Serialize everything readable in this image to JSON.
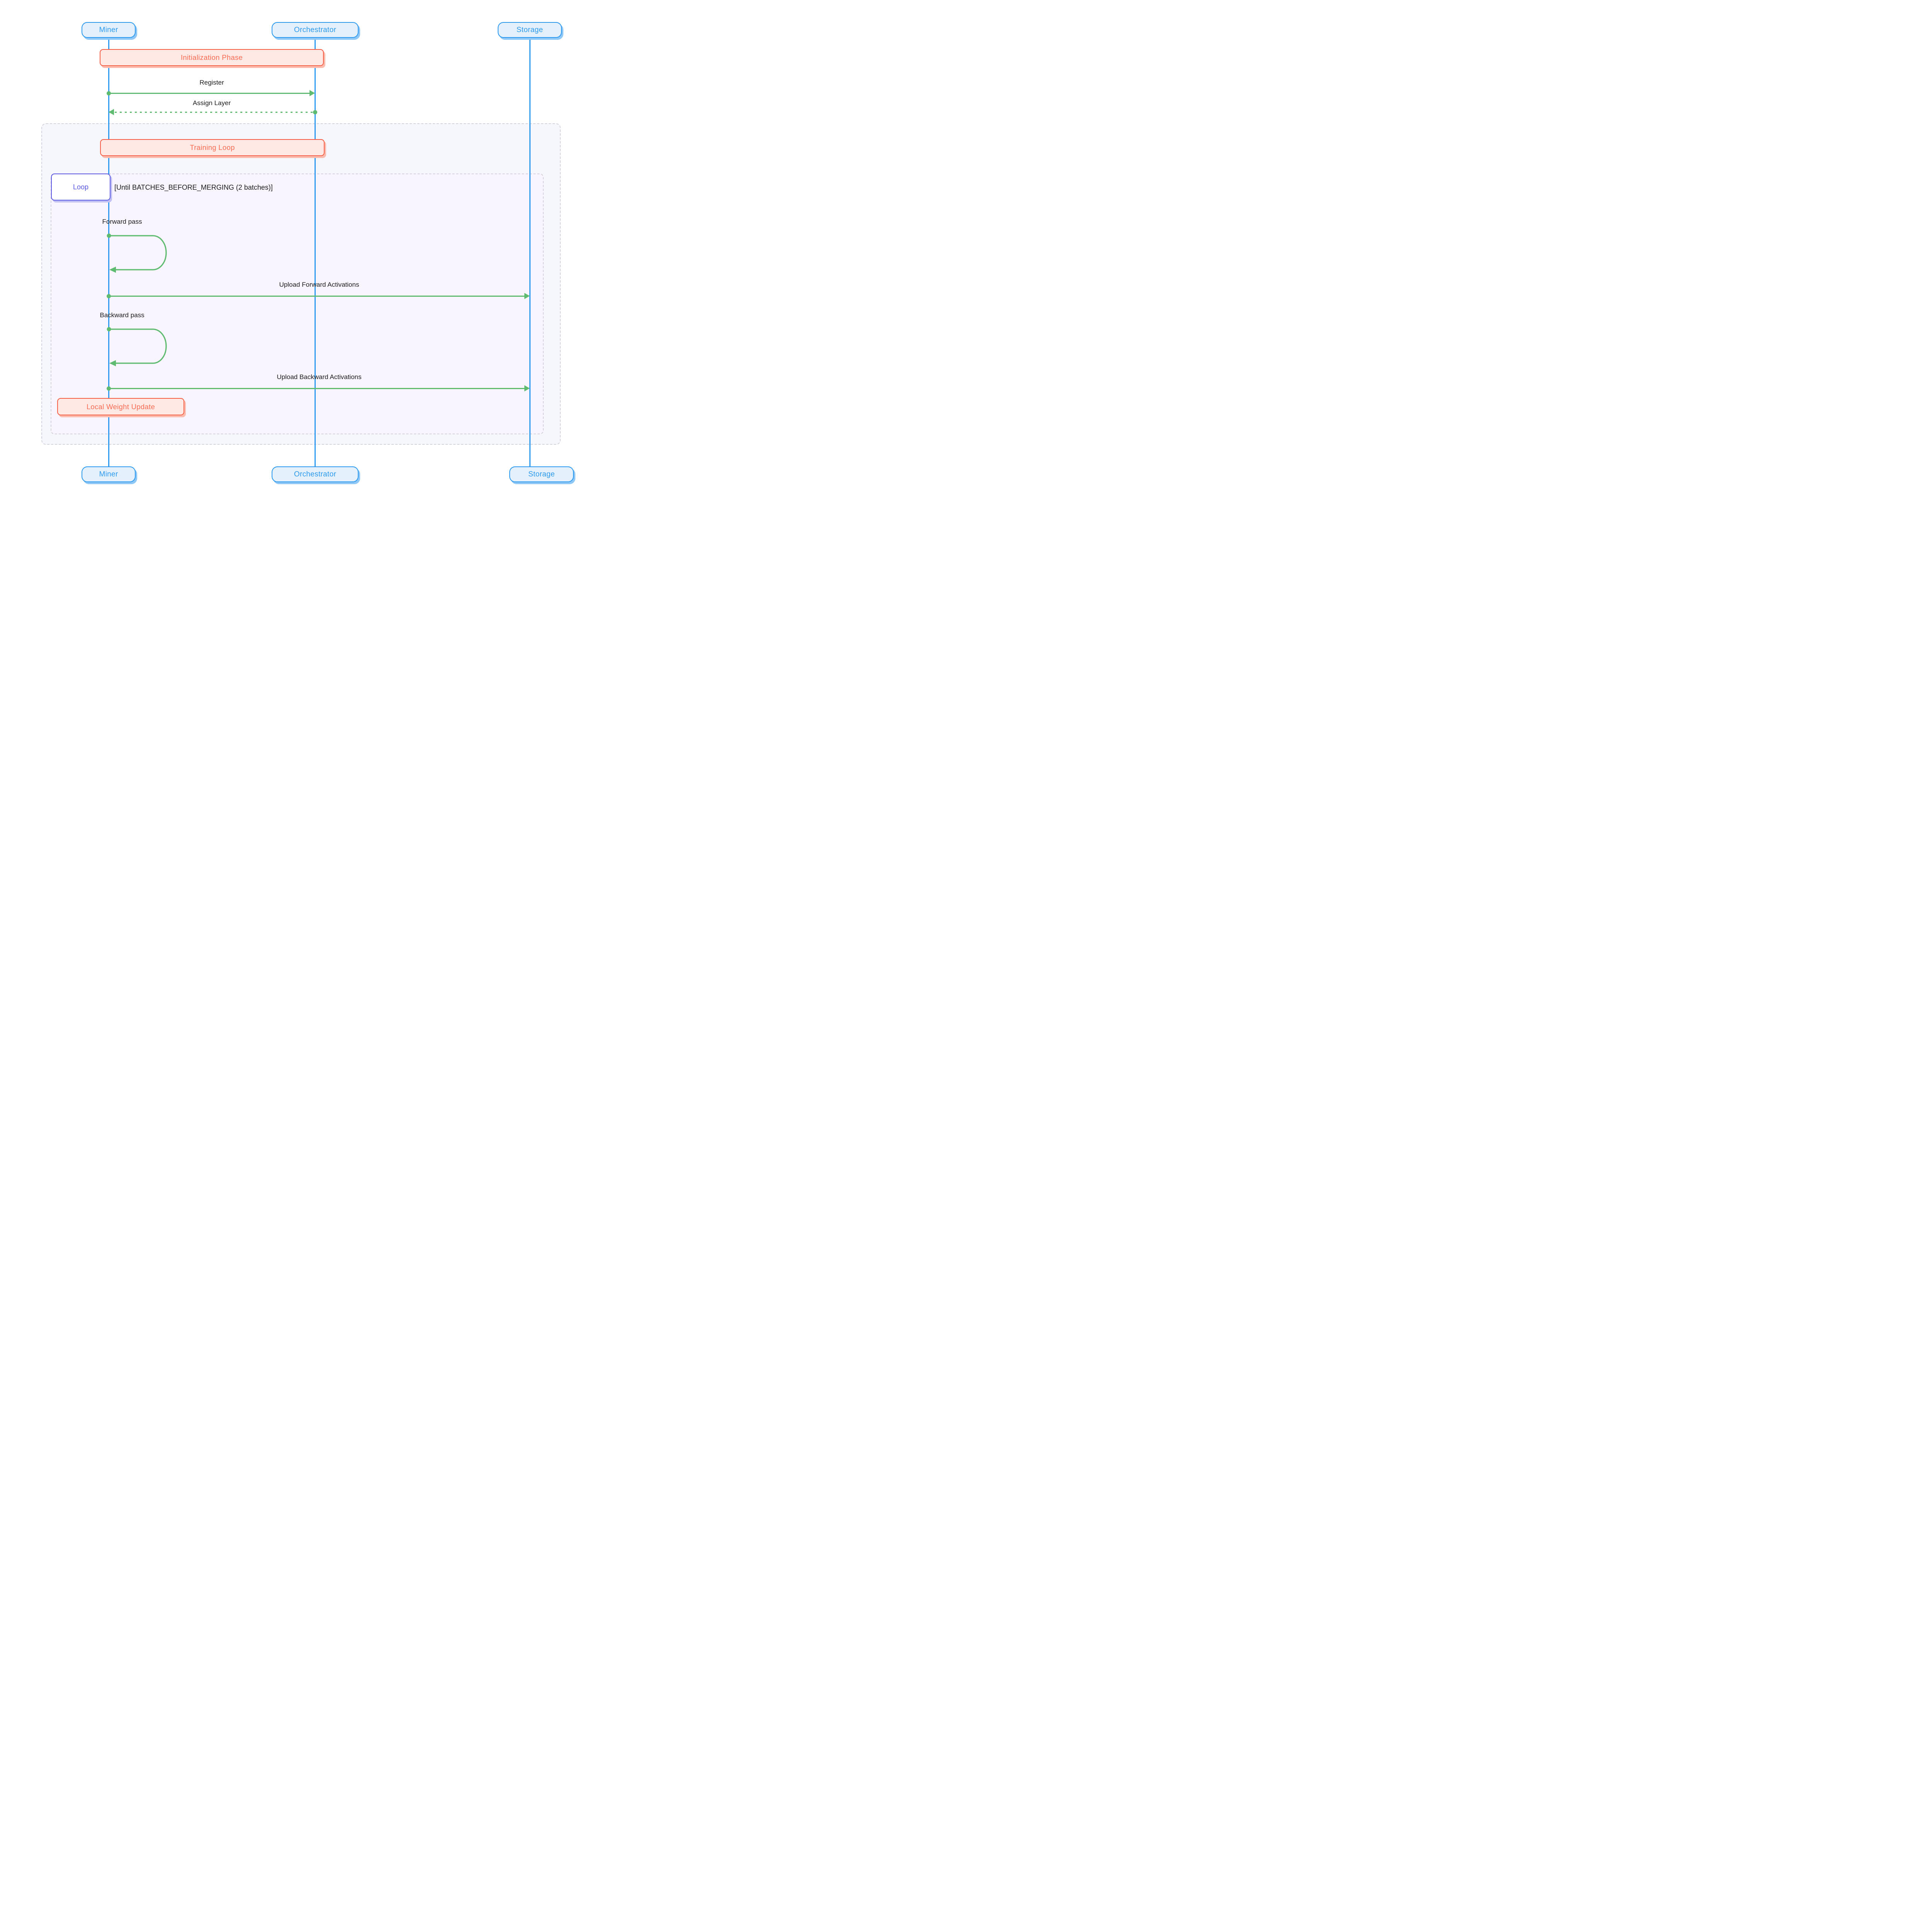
{
  "diagram": {
    "type": "sequence-diagram",
    "actors": {
      "miner": "Miner",
      "orchestrator": "Orchestrator",
      "storage": "Storage"
    },
    "phase_notes": {
      "initialization": "Initialization Phase",
      "training": "Training Loop",
      "local_weight_update": "Local Weight Update"
    },
    "loop_block": {
      "label": "Loop",
      "condition": "[Until BATCHES_BEFORE_MERGING (2 batches)]"
    },
    "messages": {
      "register": "Register",
      "assign_layer": "Assign Layer",
      "forward_pass": "Forward pass",
      "upload_forward_activations": "Upload Forward Activations",
      "backward_pass": "Backward pass",
      "upload_backward_activations": "Upload Backward Activations"
    },
    "colors": {
      "actor_blue": "#2b99f0",
      "actor_fill": "#e4f1fd",
      "actor_shadow": "#8fc7f7",
      "note_red_border": "#f75c44",
      "note_red_text": "#fb6a51",
      "note_red_fill": "#ffe9e5",
      "note_red_shadow": "#f9bcae",
      "arrow_green": "#5ebb70",
      "loop_purple": "#5b58e2",
      "message_text": "#1c1c1c",
      "outer_container_fill": "#f6f7fc",
      "inner_container_fill": "#f8f5fe"
    }
  }
}
